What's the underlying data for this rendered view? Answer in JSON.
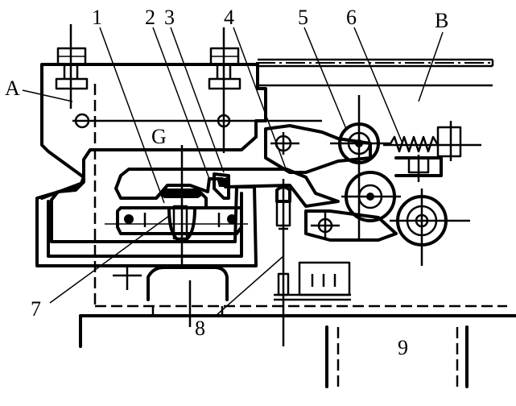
{
  "figure": {
    "labels": {
      "n1": "1",
      "n2": "2",
      "n3": "3",
      "n4": "4",
      "n5": "5",
      "n6": "6",
      "n7": "7",
      "n8": "8",
      "n9": "9",
      "A": "A",
      "B": "B",
      "G": "G"
    }
  }
}
